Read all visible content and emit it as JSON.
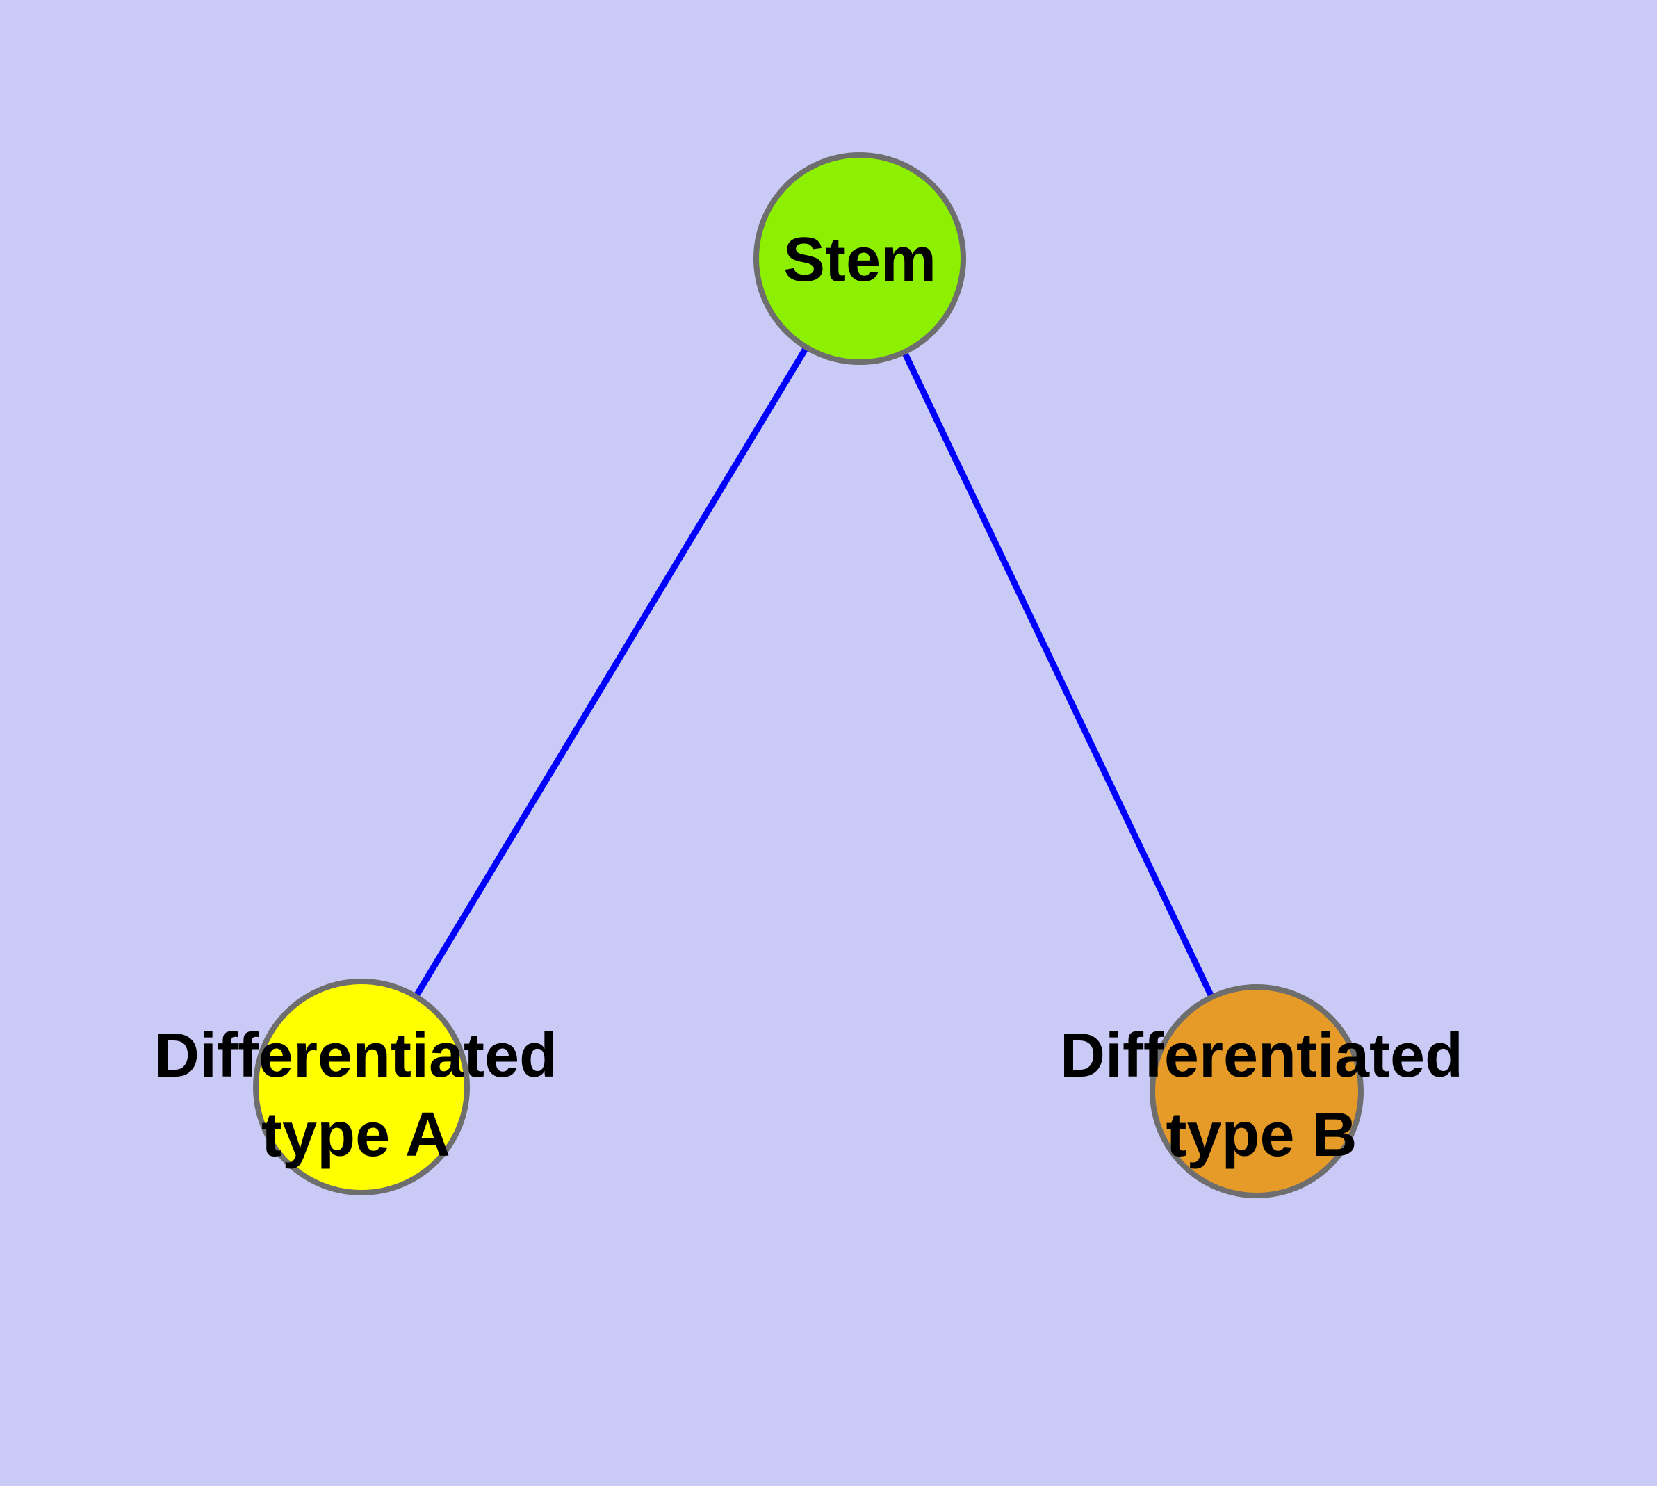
{
  "diagram": {
    "background_color": "#CACAF6",
    "edge_color": "#0000FF",
    "node_border_color": "#6E6E6E",
    "text_color": "#000000",
    "nodes": [
      {
        "id": "stem",
        "label": "Stem",
        "fill": "#8CF000"
      },
      {
        "id": "differentiated-type-a",
        "label_line1": "Differentiated",
        "label_line2": "type A",
        "fill": "#FFFF00"
      },
      {
        "id": "differentiated-type-b",
        "label_line1": "Differentiated",
        "label_line2": "type B",
        "fill": "#E69B28"
      }
    ],
    "edges": [
      {
        "from": "Stem",
        "to": "Differentiated type A"
      },
      {
        "from": "Stem",
        "to": "Differentiated type B"
      }
    ]
  }
}
